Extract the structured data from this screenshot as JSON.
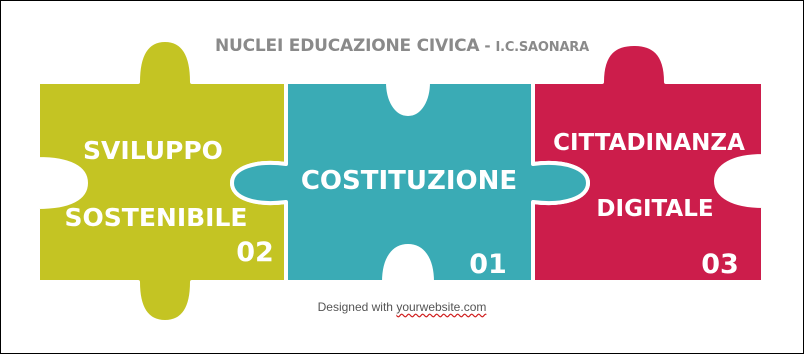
{
  "title": {
    "main": "NUCLEI EDUCAZIONE CIVICA",
    "separator": " - ",
    "school": "I.C.SAONARA"
  },
  "pieces": [
    {
      "line1": "SVILUPPO",
      "line2": "SOSTENIBILE",
      "number": "02",
      "color": "#c4c423"
    },
    {
      "line1": "COSTITUZIONE",
      "line2": "",
      "number": "01",
      "color": "#3aabb5"
    },
    {
      "line1": "CITTADINANZA",
      "line2": "DIGITALE",
      "number": "03",
      "color": "#cc1d4b"
    }
  ],
  "footer": {
    "prefix": "Designed with ",
    "link": "yourwebsite.com"
  }
}
